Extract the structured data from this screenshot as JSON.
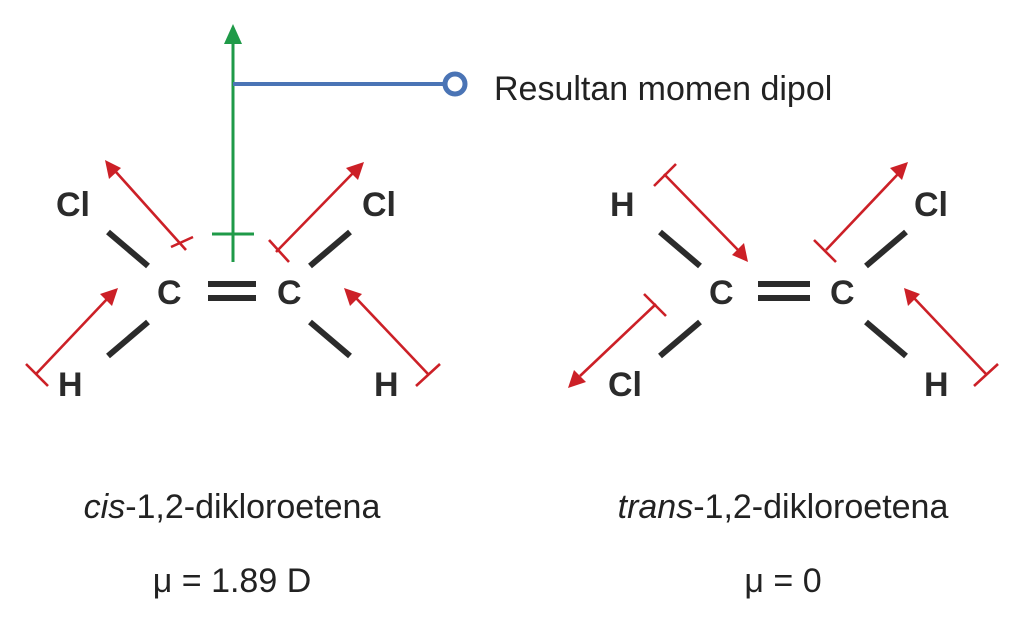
{
  "callout": {
    "text": "Resultan momen dipol",
    "line_color": "#4a74b5"
  },
  "colors": {
    "dipole": "#cc2027",
    "resultant": "#1f9a48",
    "bond": "#2b2b2b"
  },
  "cis": {
    "atoms": {
      "cl_left": "Cl",
      "cl_right": "Cl",
      "c_left": "C",
      "c_right": "C",
      "h_left": "H",
      "h_right": "H"
    },
    "name_prefix": "cis",
    "name_rest": "-1,2-dikloroetena",
    "mu": "μ = 1.89 D"
  },
  "trans": {
    "atoms": {
      "h_top": "H",
      "cl_top": "Cl",
      "c_left": "C",
      "c_right": "C",
      "cl_bottom": "Cl",
      "h_bottom": "H"
    },
    "name_prefix": "trans",
    "name_rest": "-1,2-dikloroetena",
    "mu": "μ = 0"
  }
}
